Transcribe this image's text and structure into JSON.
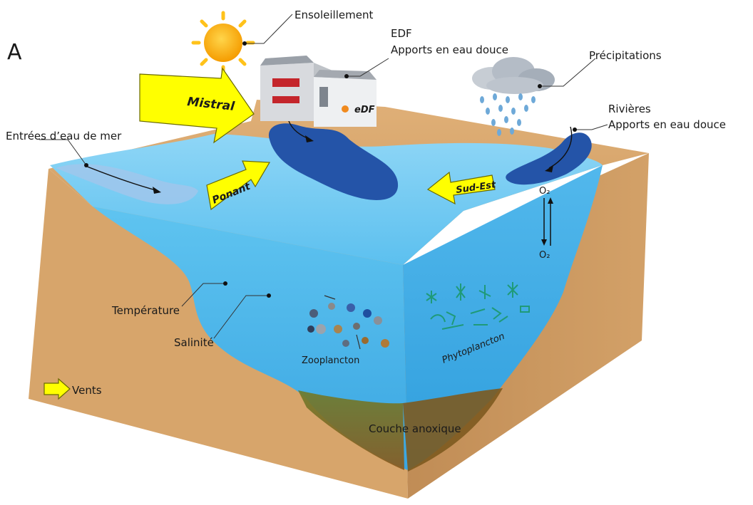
{
  "panel_letter": "A",
  "labels": {
    "sunshine": "Ensoleillement",
    "edf_title": "EDF",
    "edf_subtitle": "Apports en eau douce",
    "precipitation": "Précipitations",
    "rivers_title": "Rivières",
    "rivers_subtitle": "Apports en eau douce",
    "sea_inflow": "Entrées d’eau de mer",
    "temperature": "Température",
    "salinity": "Salinité",
    "zooplankton": "Zooplancton",
    "phytoplankton": "Phytoplancton",
    "anoxic_layer": "Couche anoxique",
    "winds_legend": "Vents",
    "oxygen_top": "O₂",
    "oxygen_bottom": "O₂"
  },
  "winds": {
    "mistral": "Mistral",
    "ponant": "Ponant",
    "sud_est": "Sud-Est"
  },
  "building_logo": "eDF",
  "colors": {
    "ground": "#d9a86c",
    "water": "#4fb4e8",
    "dark_water": "#1f4f9a",
    "wind_arrow": "#ffff00",
    "sun": "#ffb300",
    "anoxic": "#7a6a24"
  }
}
